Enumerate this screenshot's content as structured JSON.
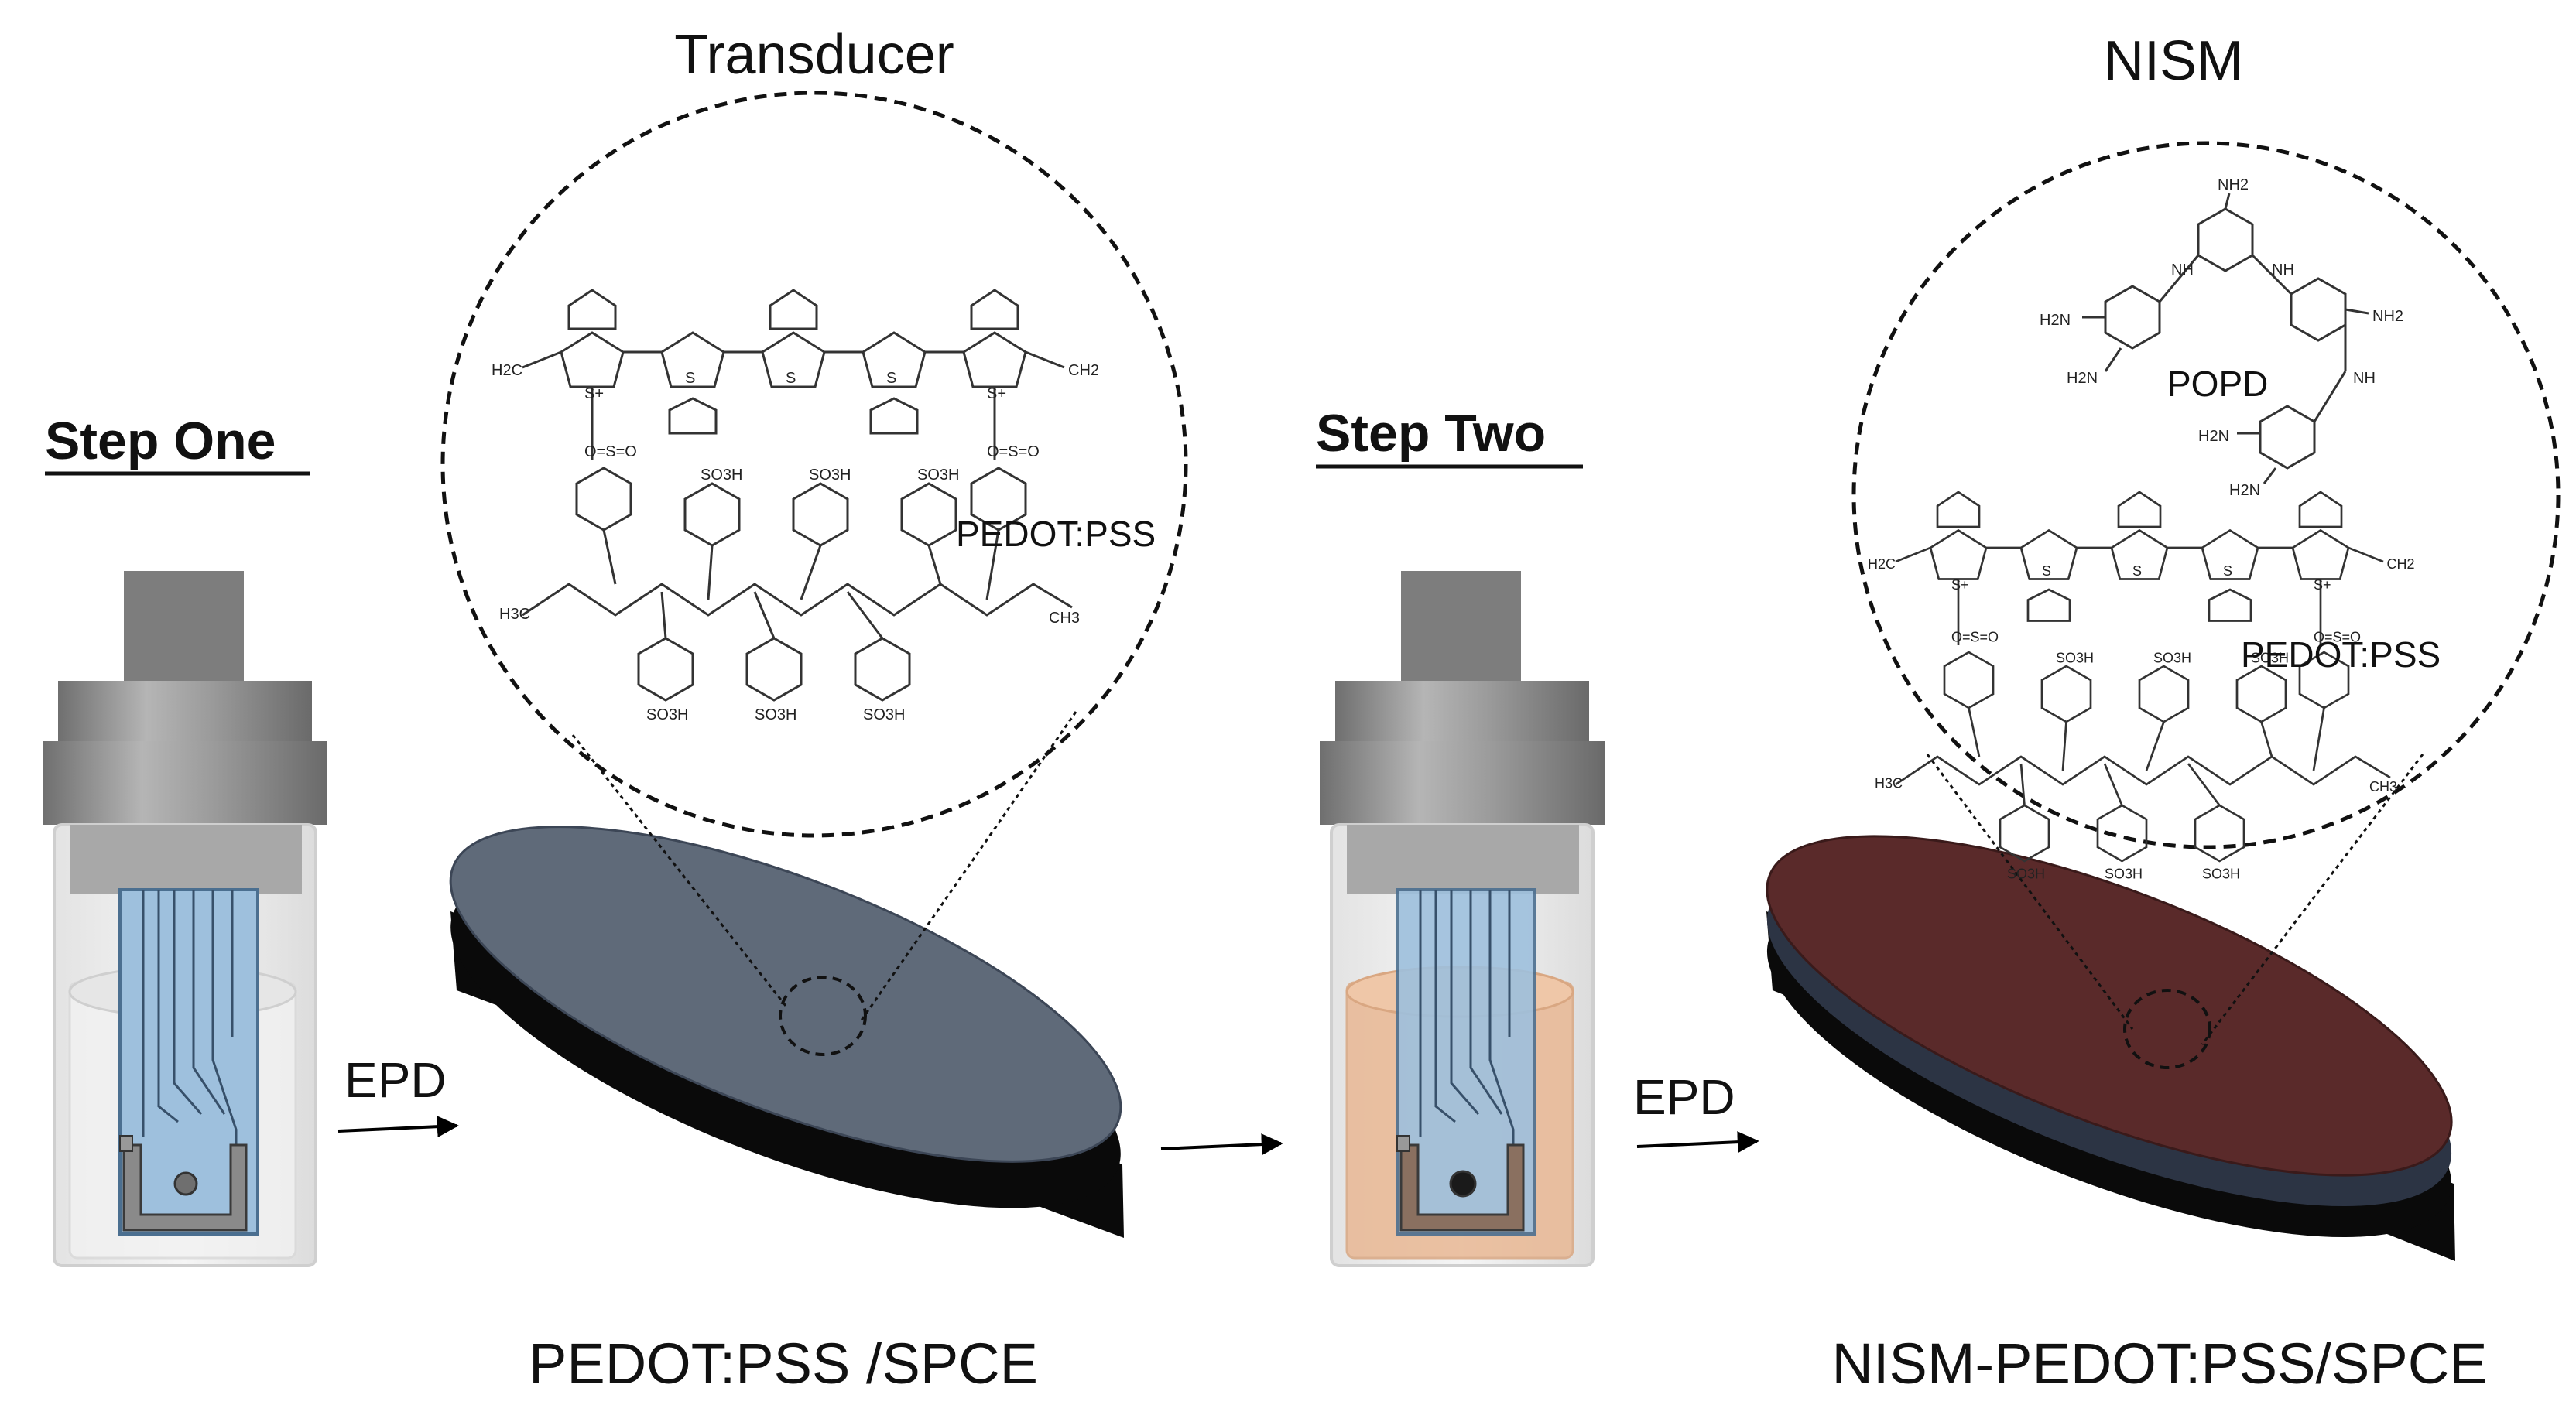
{
  "step_one": {
    "title": "Step One"
  },
  "step_two": {
    "title": "Step Two"
  },
  "transducer": {
    "title": "Transducer",
    "polymer_label": "PEDOT:PSS",
    "caption": "PEDOT:PSS /SPCE",
    "arrow_label": "EPD"
  },
  "nism": {
    "title": "NISM",
    "popd_label": "POPD",
    "polymer_label": "PEDOT:PSS",
    "caption": "NISM-PEDOT:PSS/SPCE",
    "arrow_label": "EPD"
  },
  "colors": {
    "electrode_blue": "#9ec0dd",
    "solution_two": "#e9b894",
    "disk_top": "#5f6a79",
    "disk_side": "#0a0a0a",
    "nism_layer": "#5a2a2a"
  }
}
